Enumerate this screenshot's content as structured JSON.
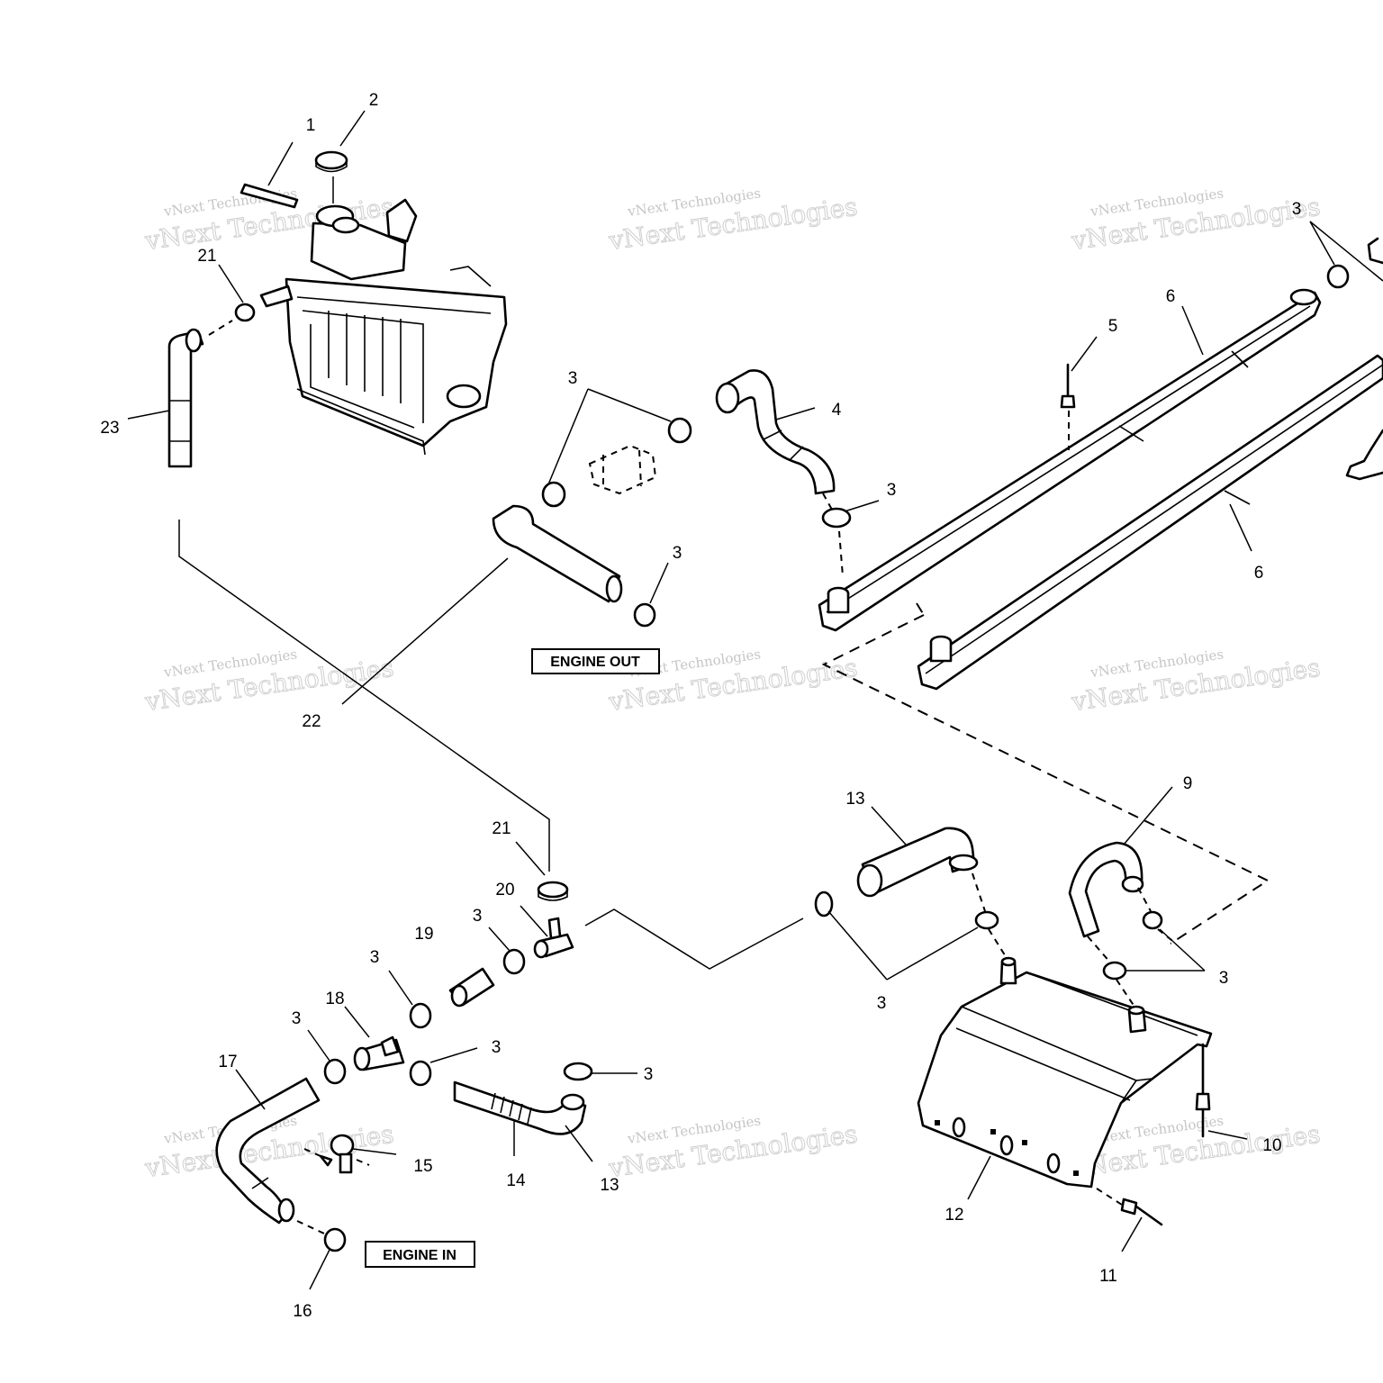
{
  "diagram": {
    "labels": {
      "engine_out": "ENGINE OUT",
      "engine_in": "ENGINE IN"
    },
    "watermark": {
      "line1": "vNext Technologies",
      "line2": "vNext Technologies"
    },
    "callouts": {
      "c1": "1",
      "c2": "2",
      "c3": "3",
      "c4": "4",
      "c5": "5",
      "c6": "6",
      "c9": "9",
      "c10": "10",
      "c11": "11",
      "c12": "12",
      "c13": "13",
      "c14": "14",
      "c15": "15",
      "c16": "16",
      "c17": "17",
      "c18": "18",
      "c19": "19",
      "c20": "20",
      "c21": "21",
      "c22": "22",
      "c23": "23"
    }
  }
}
